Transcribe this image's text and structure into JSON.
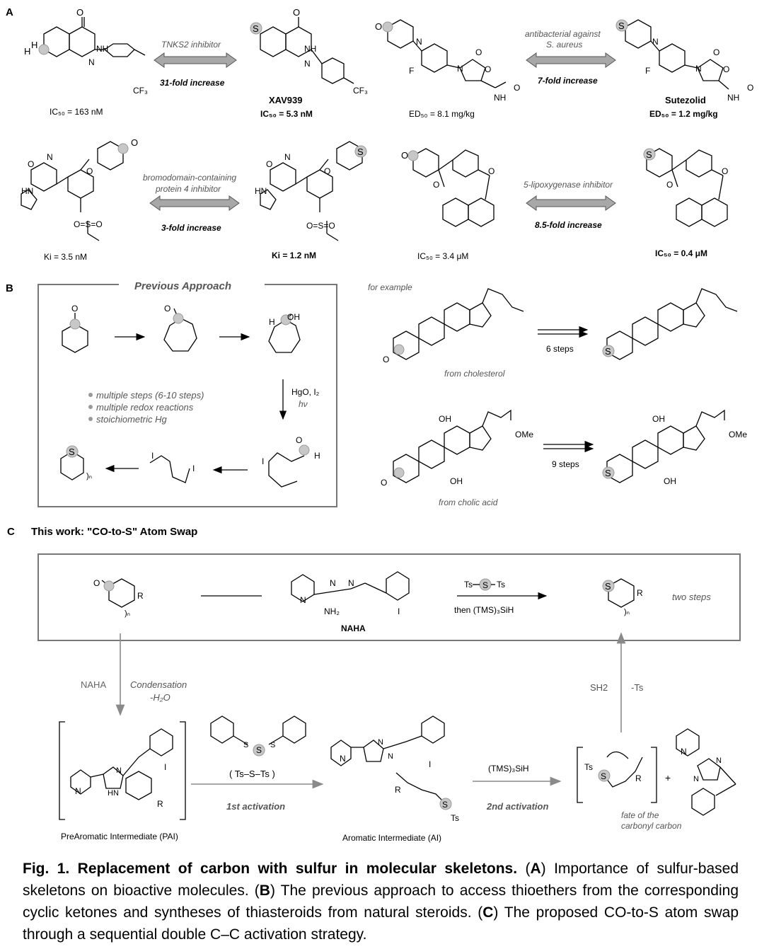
{
  "panelA": {
    "label": "A",
    "row1": [
      {
        "activity": "IC₅₀ = 163 nM",
        "bold": false
      },
      {
        "name": "XAV939",
        "activity": "IC₅₀ = 5.3 nM",
        "bold": true
      },
      {
        "activity": "ED₅₀ = 8.1 mg/kg",
        "bold": false
      },
      {
        "name": "Sutezolid",
        "activity": "ED₅₀ = 1.2 mg/kg",
        "bold": true
      }
    ],
    "row2": [
      {
        "activity": "Ki = 3.5 nM",
        "bold": false
      },
      {
        "activity": "Ki = 1.2 nM",
        "bold": true
      },
      {
        "activity": "IC₅₀ = 3.4 μM",
        "bold": false
      },
      {
        "activity": "IC₅₀ = 0.4 μM",
        "bold": true
      }
    ],
    "arrows": [
      {
        "target": "TNKS2 inhibitor",
        "target2": "",
        "fold": "31-fold increase"
      },
      {
        "target": "antibacterial against",
        "target2": "S. aureus",
        "fold": "7-fold increase"
      },
      {
        "target": "bromodomain-containing",
        "target2": "protein 4 inhibitor",
        "fold": "3-fold increase"
      },
      {
        "target": "5-lipoxygenase inhibitor",
        "target2": "",
        "fold": "8.5-fold increase"
      }
    ]
  },
  "panelB": {
    "label": "B",
    "box_title": "Previous Approach",
    "bullets": [
      "multiple steps (6-10 steps)",
      "multiple redox reactions",
      "stoichiometric Hg"
    ],
    "reagent1": "HgO, I₂",
    "reagent2": "hν",
    "for_example": "for example",
    "ex1_source": "from cholesterol",
    "ex1_steps": "6 steps",
    "ex2_source": "from cholic acid",
    "ex2_steps": "9 steps"
  },
  "panelC": {
    "label": "C",
    "title": "This work: \"CO-to-S\" Atom Swap",
    "reagent_top": "Ts",
    "reagent_S": "S",
    "reagent_then": "then (TMS)₃SiH",
    "nah_name": "NAHA",
    "two_steps": "two steps",
    "left_reagent": "NAHA",
    "condensation": "Condensation",
    "minus_water": "-H₂O",
    "sh2": "SH2",
    "minus_ts": "-Ts",
    "dsd": "( Ts–S–Ts )",
    "first_activation": "1st activation",
    "second_reagent": "(TMS)₃SiH",
    "second_activation": "2nd activation",
    "pai_label": "PreAromatic Intermediate (PAI)",
    "ai_label": "Aromatic Intermediate (AI)",
    "fate": "fate of the",
    "fate2": "carbonyl carbon"
  },
  "caption": {
    "title": "Fig. 1. Replacement of carbon with sulfur in molecular skeletons.",
    "a_label": "A",
    "a_text": "Importance of sulfur-based skeletons on bioactive molecules.",
    "b_label": "B",
    "b_text": "The previous approach to access thioethers from the corresponding cyclic ketones and syntheses of thiasteroids from natural steroids.",
    "c_label": "C",
    "c_text": "The proposed CO-to-S atom swap through a sequential double C–C activation strategy."
  }
}
